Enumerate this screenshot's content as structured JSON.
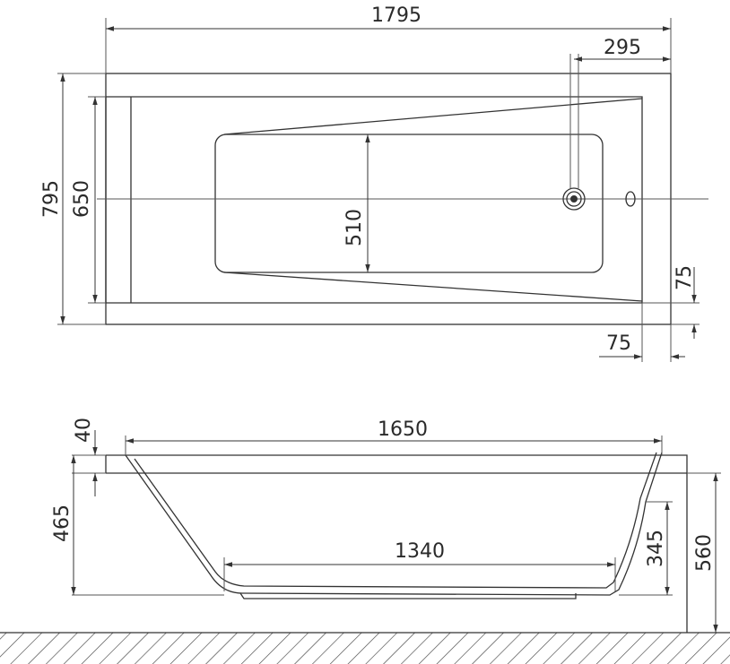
{
  "top_view": {
    "overall_length": "1795",
    "overall_width": "795",
    "inner_width": "650",
    "basin_width": "510",
    "drain_offset": "295",
    "rim_side": "75",
    "rim_end": "75"
  },
  "side_view": {
    "rim_thickness": "40",
    "inner_length": "1650",
    "inner_depth": "465",
    "bottom_length": "1340",
    "step_height": "345",
    "total_height": "560"
  }
}
